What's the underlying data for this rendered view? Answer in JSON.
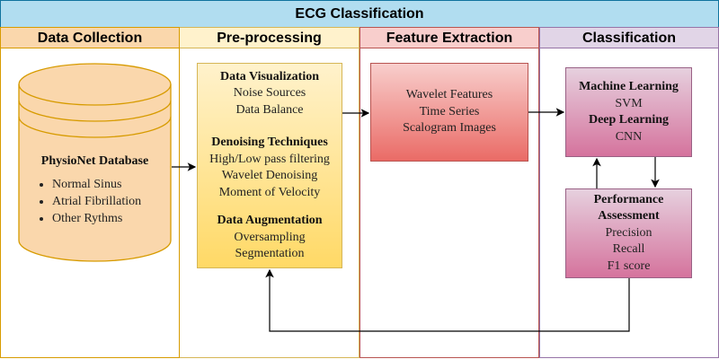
{
  "title": "ECG Classification",
  "lanes": [
    "Data Collection",
    "Pre-processing",
    "Feature Extraction",
    "Classification"
  ],
  "database": {
    "title": "PhysioNet Database",
    "items": [
      "Normal Sinus",
      "Atrial Fibrillation",
      "Other Rythms"
    ]
  },
  "preprocessing": {
    "sections": [
      {
        "heading": "Data Visualization",
        "items": [
          "Noise Sources",
          "Data Balance"
        ]
      },
      {
        "heading": "Denoising Techniques",
        "items": [
          "High/Low pass filtering",
          "Wavelet Denoising",
          "Moment of Velocity"
        ]
      },
      {
        "heading": "Data Augmentation",
        "items": [
          "Oversampling",
          "Segmentation"
        ]
      }
    ]
  },
  "features": [
    "Wavelet Features",
    "Time Series",
    "Scalogram Images"
  ],
  "classification": {
    "ml_heading": "Machine Learning",
    "ml_item": "SVM",
    "dl_heading": "Deep Learning",
    "dl_item": "CNN"
  },
  "performance": {
    "heading_1": "Performance",
    "heading_2": "Assessment",
    "items": [
      "Precision",
      "Recall",
      "F1 score"
    ]
  }
}
